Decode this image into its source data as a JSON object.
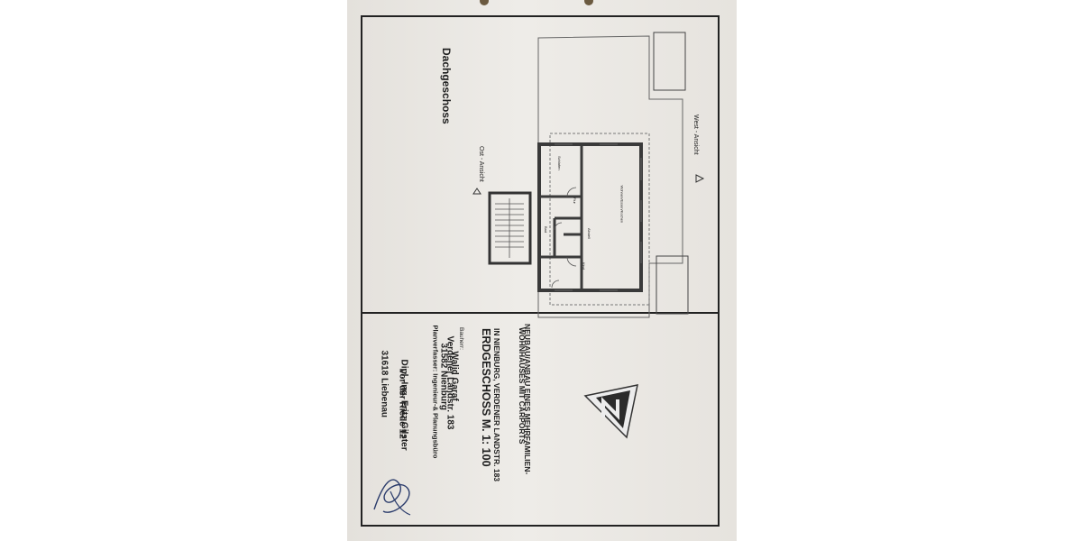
{
  "sheet": {
    "floor_title": "Dachgeschoss",
    "view_labels": {
      "west": "West - Ansicht",
      "east": "Ost - Ansicht"
    },
    "room_labels": [
      "Wohnen/Essen/Kochen",
      "Schlafen",
      "Flur",
      "Bad",
      "Abstell",
      "Kind"
    ],
    "title_block": {
      "project_line1": "NEUBAU/ANBAU EINES MEHRFAMILIEN-",
      "project_line2": "WOHNHAUSES MIT CARPORTS",
      "project_line3": "IN NIENBURG, VERDENER LANDSTR. 183",
      "drawing": "ERDGESCHOSS M. 1: 100",
      "client_label": "Bauherr:",
      "client_name": "Walid Garaf",
      "client_street": "Verdener Landstr. 183",
      "client_city": "31582 Nienburg",
      "planner_label": "Planverfasser: Ingenieur-& Planungsbüro",
      "planner_name": "Dipl.-Ing. Fritz Gilster",
      "planner_street": "Vor der Riede 12",
      "planner_city": "31618 Liebenau"
    }
  }
}
